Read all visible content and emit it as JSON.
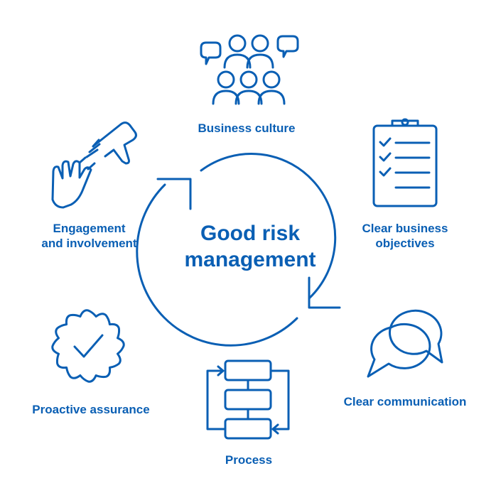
{
  "center": {
    "line1": "Good risk",
    "line2": "management"
  },
  "nodes": {
    "business_culture": "Business culture",
    "clear_objectives_line1": "Clear business",
    "clear_objectives_line2": "objectives",
    "clear_communication": "Clear communication",
    "process": "Process",
    "proactive_assurance": "Proactive assurance",
    "engagement_line1": "Engagement",
    "engagement_line2": "and involvement"
  },
  "icons": {
    "business_culture": "people-group-icon",
    "clear_objectives": "clipboard-checklist-icon",
    "clear_communication": "speech-bubbles-icon",
    "process": "process-flow-icon",
    "proactive_assurance": "badge-check-icon",
    "engagement": "hands-icon"
  },
  "colors": {
    "primary": "#0a5fb4",
    "background": "#ffffff"
  }
}
